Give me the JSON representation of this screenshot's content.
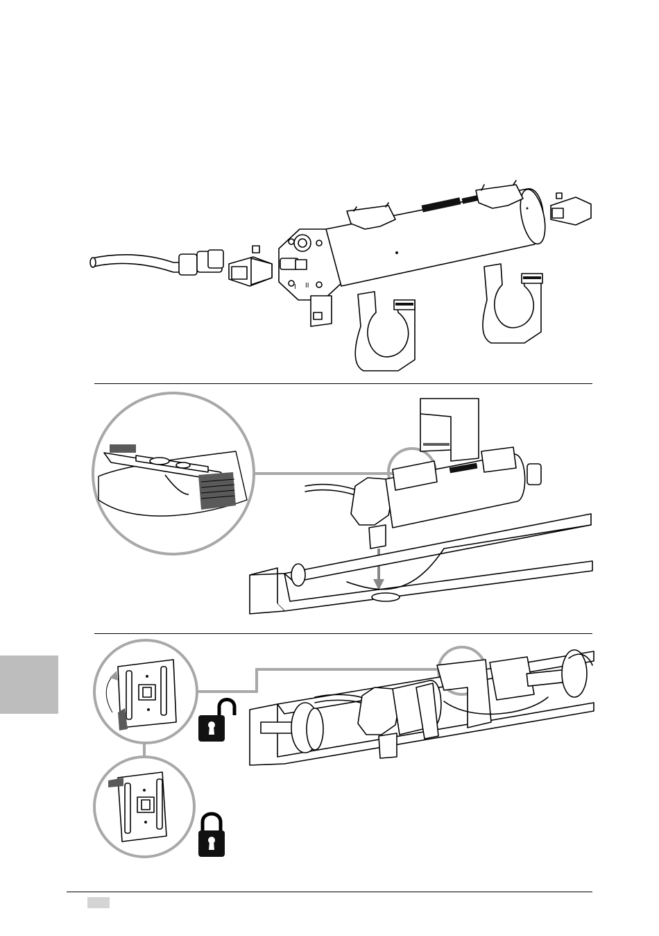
{
  "page": {
    "background": "#ffffff",
    "accent_gray": "#a8a8a8",
    "side_tab_color": "#bdbdbd"
  },
  "figures": [
    {
      "id": "exploded-motor",
      "icons": [
        "motor-tube-icon",
        "cable-icon",
        "adapter-ring-icon",
        "mounting-clip-icon",
        "drive-wheel-icon"
      ]
    },
    {
      "id": "insert-motor-into-rail",
      "icons": [
        "detail-zoom-circle",
        "rail-profile-icon",
        "down-arrow-icon"
      ]
    },
    {
      "id": "lock-bracket",
      "icons": [
        "unlock-icon",
        "lock-icon",
        "rotate-arrow-icon"
      ]
    }
  ],
  "motor_label_markings": [
    "I",
    "II"
  ]
}
